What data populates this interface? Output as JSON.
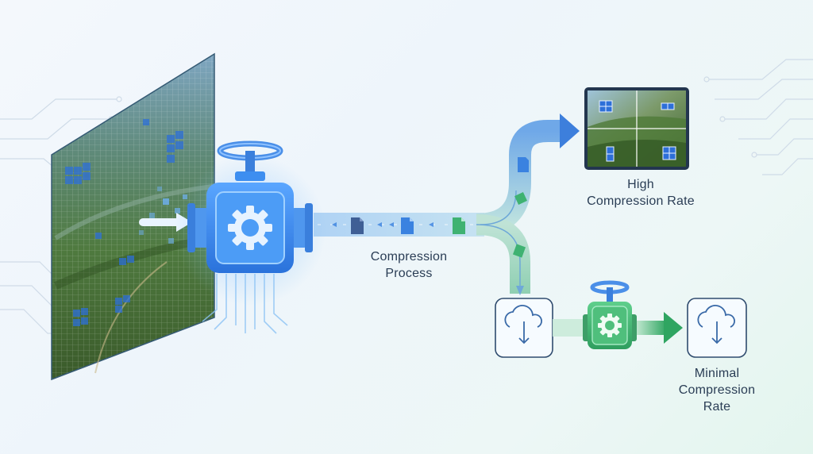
{
  "labels": {
    "compression_process": [
      "Compression",
      "Process"
    ],
    "high_compression": [
      "High",
      "Compression Rate"
    ],
    "minimal_compression": [
      "Minimal",
      "Compression",
      "Rate"
    ]
  },
  "colors": {
    "primary_blue": "#2f7fe0",
    "valve_blue": "#3d8ef0",
    "accent_green": "#35b36f",
    "text": "#2a3d55",
    "circuit_lines": "#cfdbe8"
  },
  "icons": {
    "main_valve": "gear-valve-icon",
    "small_valve": "gear-valve-icon",
    "download_boxes": "cloud-download-icon",
    "document_packets": "file-icon"
  }
}
